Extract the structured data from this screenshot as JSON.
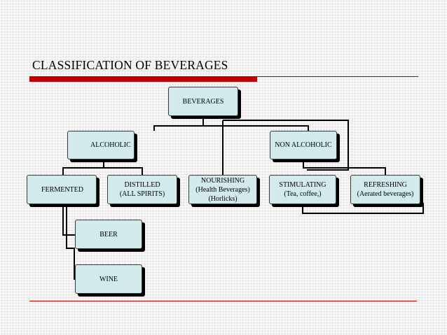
{
  "slide": {
    "title": "CLASSIFICATION OF BEVERAGES"
  },
  "colors": {
    "accent_red": "#c00000",
    "node_fill": "#d2eaec",
    "connector": "#000000",
    "background": "#e9e9e9"
  },
  "diagram": {
    "root": {
      "label": "BEVERAGES"
    },
    "alcoholic": {
      "label": "ALCOHOLIC"
    },
    "non_alcoholic": {
      "label": "NON ALCOHOLIC"
    },
    "fermented": {
      "label": "FERMENTED"
    },
    "distilled": {
      "line1": "DISTILLED",
      "line2": "(ALL SPIRITS)"
    },
    "nourishing": {
      "line1": "NOURISHING",
      "line2": "(Health Beverages)",
      "line3": "(Horlicks)"
    },
    "stimulating": {
      "line1": "STIMULATING",
      "line2": "(Tea, coffee,)"
    },
    "refreshing": {
      "line1": "REFRESHING",
      "line2": "(Aerated beverages)"
    },
    "beer": {
      "label": "BEER"
    },
    "wine": {
      "label": "WINE"
    }
  }
}
